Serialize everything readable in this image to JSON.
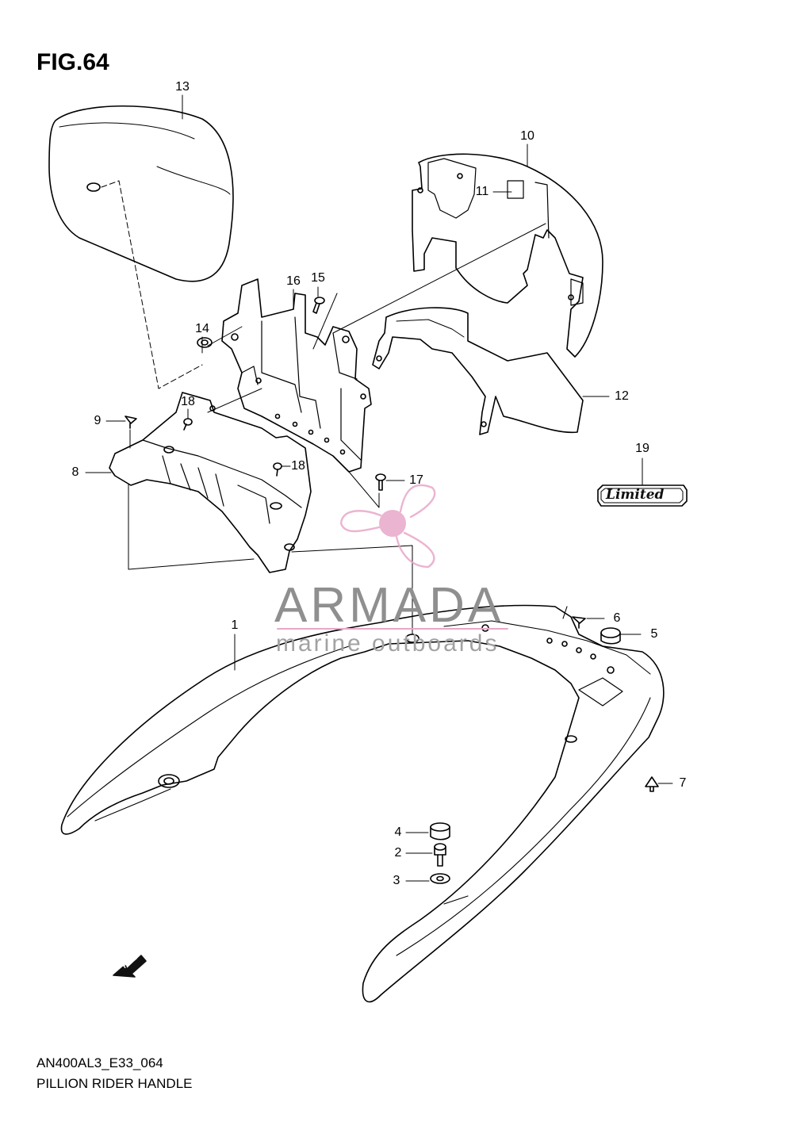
{
  "figure": {
    "title": "FIG.64",
    "code": "AN400AL3_E33_064",
    "name": "PILLION RIDER HANDLE"
  },
  "callouts": {
    "c1": "1",
    "c2": "2",
    "c3": "3",
    "c4": "4",
    "c5": "5",
    "c6": "6",
    "c7": "7",
    "c8": "8",
    "c9": "9",
    "c10": "10",
    "c11": "11",
    "c12": "12",
    "c13": "13",
    "c14": "14",
    "c15": "15",
    "c16": "16",
    "c17": "17",
    "c18a": "18",
    "c18b": "18",
    "c19": "19"
  },
  "badge": {
    "text": "Limited"
  },
  "fwd": {
    "text": "FWD"
  },
  "watermark": {
    "name": "ARMADA",
    "tagline": "marine outboards",
    "accent": "#e8a8c8"
  },
  "colors": {
    "line": "#000000",
    "background": "#ffffff"
  }
}
